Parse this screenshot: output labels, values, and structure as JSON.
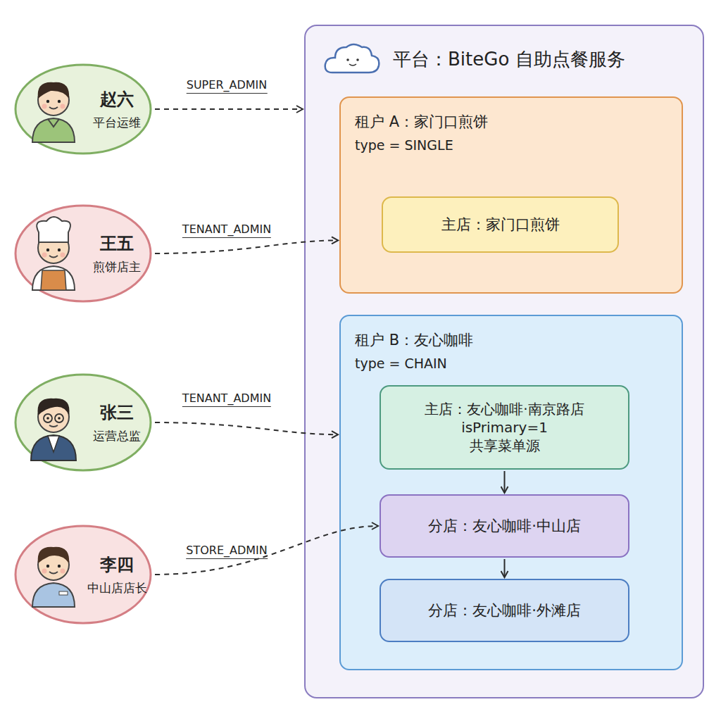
{
  "diagram": {
    "nodes": [
      {
        "text": [
          "赵六",
          "平台运维"
        ]
      },
      {
        "text": [
          "王五",
          "煎饼店主"
        ]
      },
      {
        "text": [
          "张三",
          "运营总监"
        ]
      },
      {
        "text": [
          "李四",
          "中山店店长"
        ]
      },
      {
        "text": [
          "平台：BiteGo 自助点餐服务"
        ]
      },
      {
        "text": [
          "租户 A：家门口煎饼",
          "type = SINGLE"
        ],
        "in": 4
      },
      {
        "text": [
          "主店：家门口煎饼"
        ],
        "in": 5
      },
      {
        "text": [
          "租户 B：友心咖啡",
          "type = CHAIN"
        ],
        "in": 4
      },
      {
        "text": [
          "主店：友心咖啡·南京路店",
          "isPrimary=1",
          "共享菜单源"
        ],
        "in": 7
      },
      {
        "text": [
          "分店：友心咖啡·中山店"
        ],
        "in": 7
      },
      {
        "text": [
          "分店：友心咖啡·外滩店"
        ],
        "in": 7
      }
    ],
    "edges": [
      {
        "from": 0,
        "to": 4,
        "label": "SUPER_ADMIN",
        "arrow": "to"
      },
      {
        "from": 1,
        "to": 5,
        "label": "TENANT_ADMIN",
        "arrow": "to"
      },
      {
        "from": 2,
        "to": 7,
        "label": "TENANT_ADMIN",
        "arrow": "to"
      },
      {
        "from": 3,
        "to": 9,
        "label": "STORE_ADMIN",
        "arrow": "to"
      },
      {
        "from": 8,
        "to": 9,
        "arrow": "to"
      },
      {
        "from": 9,
        "to": 10,
        "arrow": "to"
      }
    ]
  }
}
